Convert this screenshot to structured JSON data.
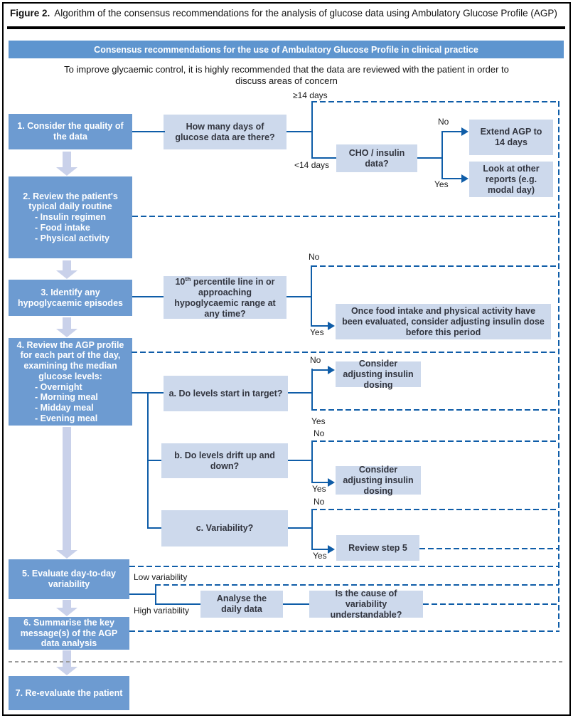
{
  "figure": {
    "label": "Figure 2.",
    "caption": "Algorithm of the consensus recommendations for the analysis of glucose data using Ambulatory Glucose Profile (AGP)"
  },
  "header": {
    "title": "Consensus recommendations for the use of Ambulatory Glucose Profile in clinical practice",
    "subtitle_line1": "To improve glycaemic control, it is highly recommended that the data are reviewed with the patient in order to",
    "subtitle_line2": "discuss areas of concern"
  },
  "colors": {
    "step_box": "#6d9bd1",
    "question_box": "#cdd9ec",
    "connector_line": "#0f5da8",
    "header_bar": "#5e95cf",
    "flow_arrow": "#c9d1ea"
  },
  "steps": {
    "step1": "1. Consider the quality of the data",
    "step2_title": "2. Review the patient's typical daily routine",
    "step2_bullets": [
      "- Insulin regimen",
      "- Food intake",
      "- Physical activity"
    ],
    "step3": "3. Identify any hypoglycaemic episodes",
    "step4_title": "4. Review the AGP profile for each part of the day, examining the median glucose levels:",
    "step4_bullets": [
      "- Overnight",
      "- Morning meal",
      "- Midday meal",
      "- Evening meal"
    ],
    "step5": "5. Evaluate day-to-day variability",
    "step6": "6. Summarise the key message(s) of the AGP data analysis",
    "step7": "7. Re-evaluate the patient"
  },
  "questions": {
    "days": "How many days of glucose data are there?",
    "cho": "CHO / insulin data?",
    "extend": "Extend AGP to 14 days",
    "other_reports": "Look at other reports (e.g. modal day)",
    "percentile_pre": "10",
    "percentile_sup": "th",
    "percentile_post": " percentile line in or approaching hypoglycaemic range at any time?",
    "once_food": "Once food intake and physical activity have been evaluated, consider adjusting insulin dose before this period",
    "a": "a. Do levels start in target?",
    "consider_a": "Consider adjusting insulin dosing",
    "b": "b. Do levels drift up and down?",
    "consider_b": "Consider adjusting insulin dosing",
    "c": "c. Variability?",
    "review5": "Review step 5",
    "analyse": "Analyse the daily data",
    "cause": "Is the cause of variability understandable?"
  },
  "labels": {
    "ge14": "≥14 days",
    "lt14": "<14 days",
    "no": "No",
    "yes": "Yes",
    "low": "Low variability",
    "high": "High variability"
  }
}
